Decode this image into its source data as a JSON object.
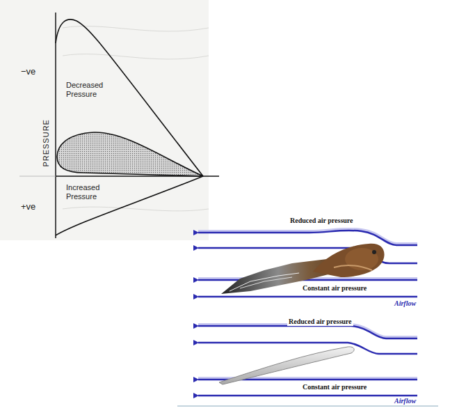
{
  "diagram": {
    "labels": [
      "−ve",
      "Decreased Pressure",
      "PRESSURE",
      "Increased Pressure",
      "+ve",
      "Reduced air pressure",
      "Constant air pressure",
      "Airflow",
      "Reduced air pressure",
      "Constant air pressure",
      "Airflow"
    ]
  }
}
